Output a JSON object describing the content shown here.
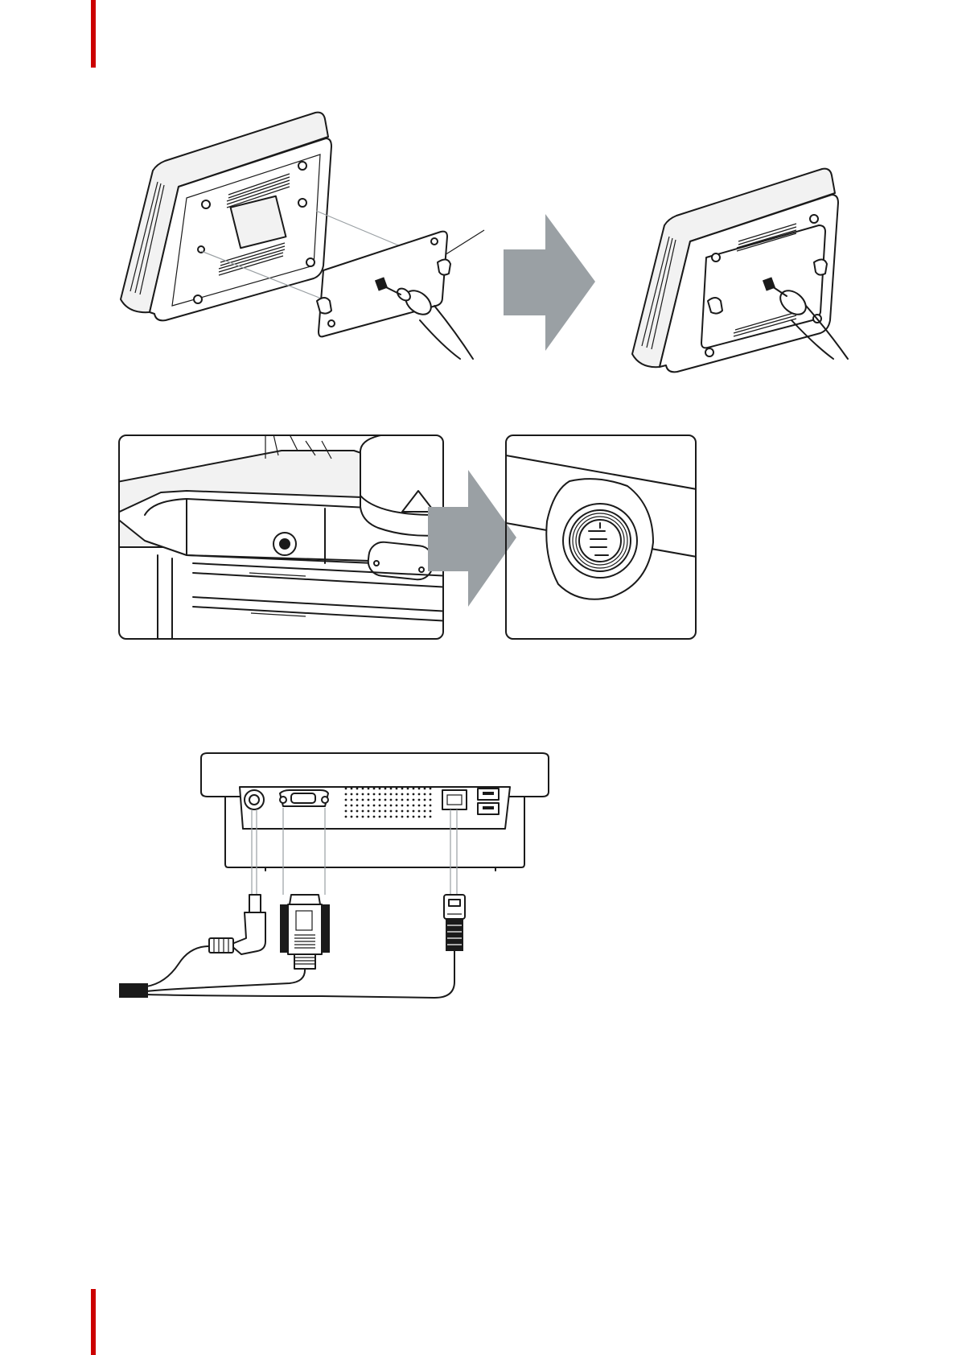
{
  "page": {
    "accent_color": "#cc0000",
    "arrow_color": "#9aa0a4"
  },
  "figures": [
    {
      "name": "figure-mount-plate",
      "icon": "terminal-mount-illustration"
    },
    {
      "name": "figure-connector-detail",
      "icon": "connector-detail-illustration"
    },
    {
      "name": "figure-cable-connection",
      "icon": "cable-connection-illustration"
    }
  ]
}
